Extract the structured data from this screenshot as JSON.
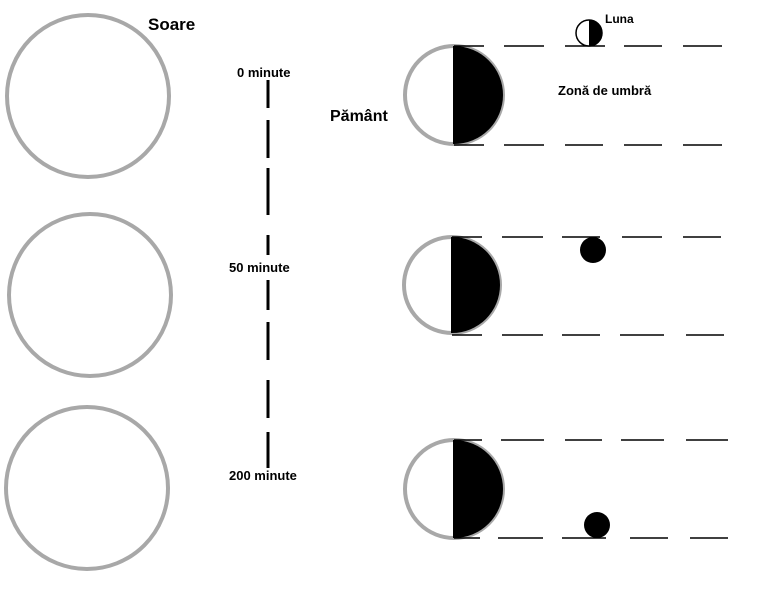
{
  "labels": {
    "sun": "Soare",
    "earth": "Pământ",
    "moon": "Luna",
    "shadow_zone": "Zonă de umbră",
    "times": [
      "0 minute",
      "50 minute",
      "200 minute"
    ]
  },
  "colors": {
    "outline": "#a8a8a8",
    "dark": "#000000",
    "background": "#ffffff"
  }
}
